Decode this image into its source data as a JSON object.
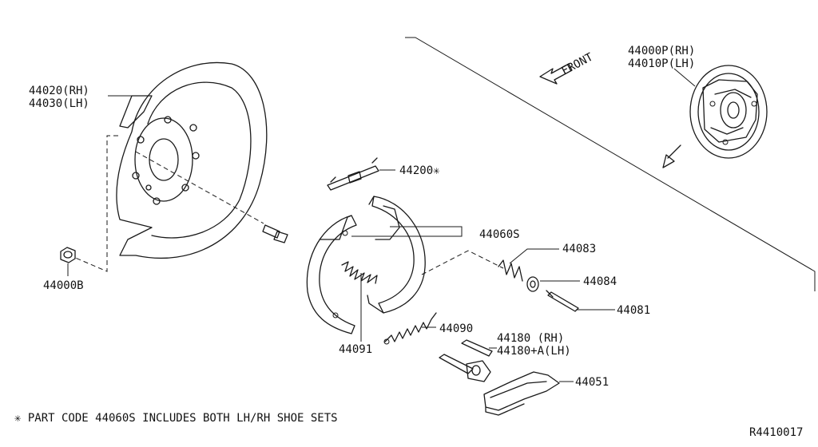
{
  "labels": {
    "p44020": "44020(RH)",
    "p44030": "44030(LH)",
    "p44000b": "44000B",
    "p44200": "44200✳",
    "p44060s": "44060S",
    "p44083": "44083",
    "p44084": "44084",
    "p44081": "44081",
    "p44090": "44090",
    "p44091": "44091",
    "p44180rh": "44180  (RH)",
    "p44180lh": "44180+A(LH)",
    "p44051": "44051",
    "p44000p": "44000P(RH)",
    "p44010p": "44010P(LH)",
    "front": "FRONT"
  },
  "footnote": "✳ PART CODE 44060S INCLUDES BOTH LH/RH SHOE SETS",
  "ref_code": "R4410017"
}
